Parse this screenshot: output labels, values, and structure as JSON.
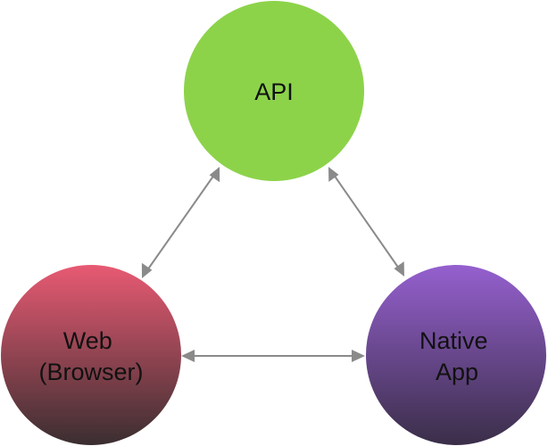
{
  "nodes": {
    "api": {
      "lines": [
        "API"
      ],
      "color_top": "#8cd34a",
      "color_bottom": "#8cd34a"
    },
    "web": {
      "lines": [
        "Web",
        "(Browser)"
      ],
      "color_top": "#e85a73",
      "color_bottom": "#3a2e30"
    },
    "native": {
      "lines": [
        "Native",
        "App"
      ],
      "color_top": "#9560cf",
      "color_bottom": "#3a2e48"
    }
  },
  "edges": [
    {
      "from": "web",
      "to": "api",
      "bidirectional": true
    },
    {
      "from": "api",
      "to": "native",
      "bidirectional": true
    },
    {
      "from": "web",
      "to": "native",
      "bidirectional": true
    }
  ],
  "edge_color": "#8a8a8a"
}
